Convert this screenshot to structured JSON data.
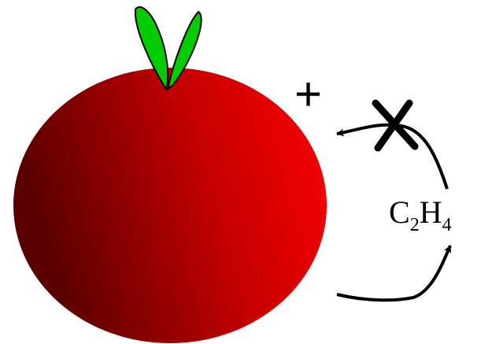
{
  "diagram": {
    "plus_symbol": "+",
    "gas_label": {
      "main_c": "C",
      "sub_c": "2",
      "main_h": "H",
      "sub_h": "4"
    },
    "icons": {
      "fruit": "tomato-icon",
      "leaves": "leaf-icon",
      "blocked_arrow": "arrow-icon",
      "block_mark": "cross-icon",
      "emission_arrow": "arrow-icon"
    },
    "colors": {
      "fruit_highlight": "#ff0000",
      "fruit_shadow": "#5a0000",
      "leaf": "#00cc00",
      "stroke": "#000000"
    }
  }
}
